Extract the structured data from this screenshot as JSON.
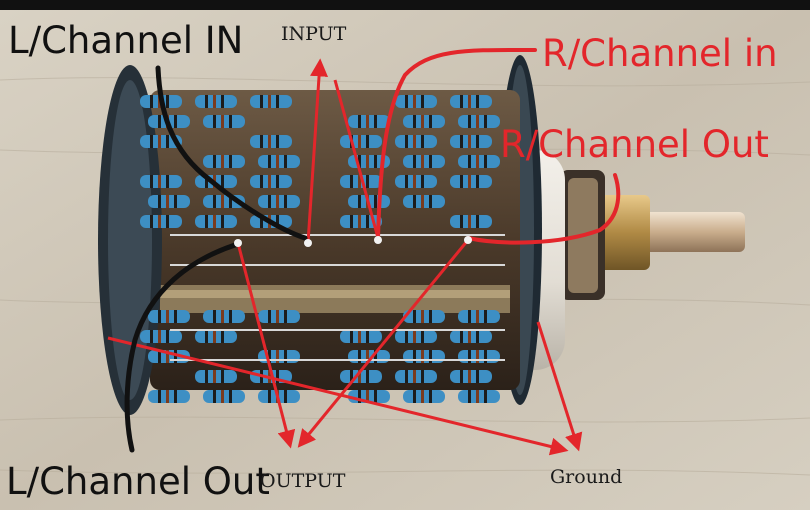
{
  "labels": {
    "left_in": "L/Channel IN",
    "input_top": "INPUT",
    "right_in": "R/Channel in",
    "right_out": "R/Channel Out",
    "left_out": "L/Channel Out",
    "output_bottom": "OUTPUT",
    "ground": "Ground"
  },
  "colors": {
    "annotation_red": "#e3262b",
    "annotation_black": "#111111",
    "resistor_blue": "#3d8fc4",
    "background_wood": "#cfc7b8"
  },
  "subject": "stepped attenuator rotary switch with resistors"
}
